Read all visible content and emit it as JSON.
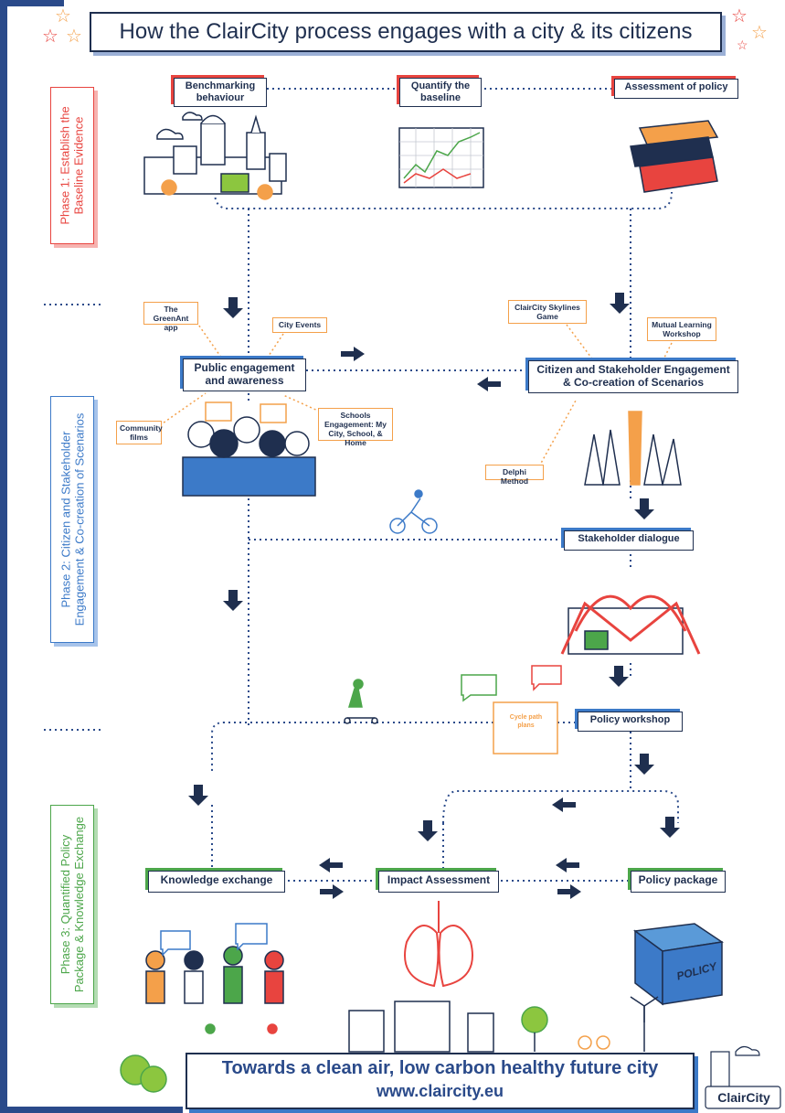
{
  "title": "How the ClairCity process engages with a city & its citizens",
  "phases": {
    "phase1": "Phase 1: Establish the\nBaseline Evidence",
    "phase2": "Phase 2: Citizen and Stakeholder\nEngagement & Co-creation of Scenarios",
    "phase3": "Phase 3: Quantified Policy\nPackage & Knowledge Exchange"
  },
  "labels": {
    "benchmarking": "Benchmarking behaviour",
    "quantify": "Quantify the baseline",
    "assessment_policy": "Assessment of policy",
    "public_engagement": "Public engagement and awareness",
    "citizen_stakeholder": "Citizen and Stakeholder Engagement & Co-creation of Scenarios",
    "stakeholder_dialogue": "Stakeholder dialogue",
    "policy_workshop": "Policy workshop",
    "knowledge_exchange": "Knowledge exchange",
    "impact_assessment": "Impact Assessment",
    "policy_package": "Policy package"
  },
  "sub_labels": {
    "greenant": "The GreenAnt app",
    "city_events": "City Events",
    "community_films": "Community films",
    "schools": "Schools Engagement: My City, School, & Home",
    "skylines": "ClairCity Skylines Game",
    "mutual_learning": "Mutual Learning Workshop",
    "delphi": "Delphi Method",
    "cycle_path": "Cycle path plans"
  },
  "box_text": {
    "policy": "POLICY"
  },
  "footer": {
    "tagline": "Towards a clean air, low carbon healthy future city",
    "url": "www.claircity.eu",
    "logo": "ClairCity"
  },
  "colors": {
    "navy": "#1f2f4f",
    "red": "#e8443f",
    "blue": "#3c7ac8",
    "green": "#4ca64a",
    "orange": "#f4a04a"
  }
}
